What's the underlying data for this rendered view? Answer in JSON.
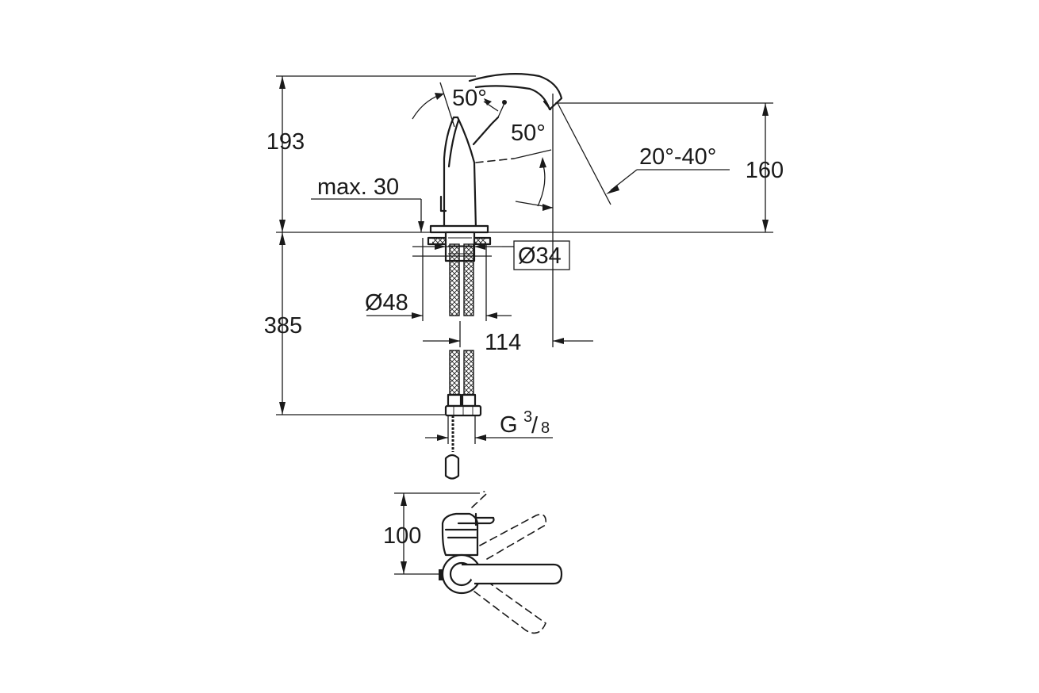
{
  "dimensions": {
    "height_above_deck": "193",
    "spout_height": "160",
    "angle_lever": "50°",
    "angle_spout_tilt": "50°",
    "angle_swivel": "20°-40°",
    "max_deck": "max. 30",
    "diameter_hole": "Ø34",
    "diameter_base": "Ø48",
    "reach": "114",
    "hose_length": "385",
    "thread_prefix": "G",
    "thread_num": "3",
    "thread_den": "8",
    "plan_depth": "100"
  }
}
